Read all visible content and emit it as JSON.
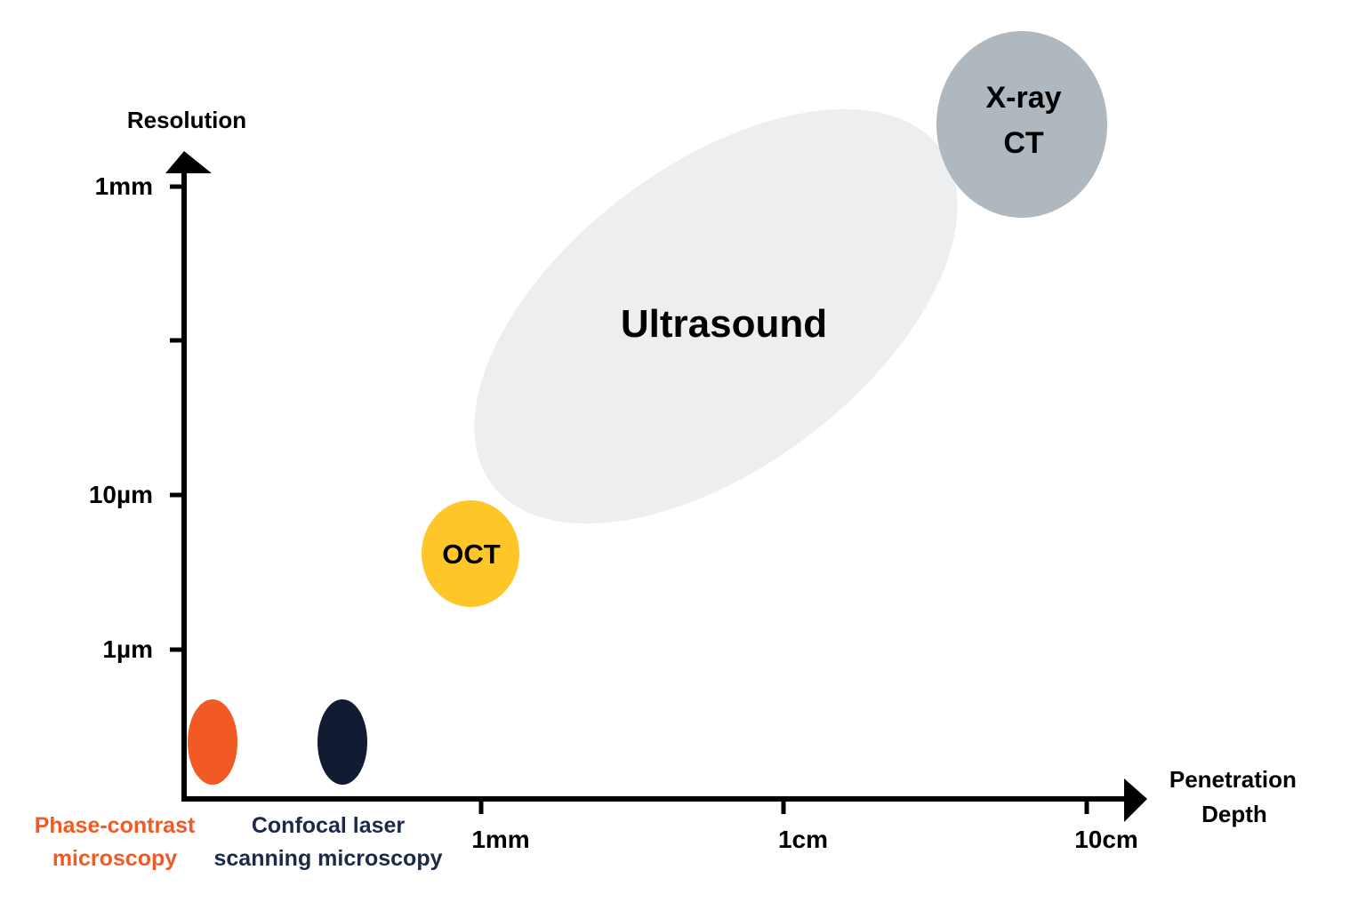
{
  "chart_data": {
    "type": "scatter",
    "title": "",
    "ylabel": "Resolution",
    "xlabel_lines": [
      "Penetration",
      "Depth"
    ],
    "y_ticks": [
      {
        "label": "1mm",
        "level": 3
      },
      {
        "label": "",
        "level": 2
      },
      {
        "label": "10µm",
        "level": 1
      },
      {
        "label": "1µm",
        "level": 0
      }
    ],
    "x_ticks": [
      {
        "label": "1mm",
        "level": 1
      },
      {
        "label": "1cm",
        "level": 2
      },
      {
        "label": "10cm",
        "level": 3
      }
    ],
    "regions": [
      {
        "name": "Ultrasound",
        "label_lines": [
          "Ultrasound"
        ],
        "color": "#EDEEF0",
        "text_color": "#000000"
      },
      {
        "name": "X-ray CT",
        "label_lines": [
          "X-ray",
          "CT"
        ],
        "color": "#AEB8BE",
        "text_color": "#000000"
      },
      {
        "name": "OCT",
        "label_lines": [
          "OCT"
        ],
        "color": "#FFC629",
        "text_color": "#000000"
      },
      {
        "name": "Phase-contrast microscopy",
        "label_lines": [
          "Phase-contrast",
          "microscopy"
        ],
        "color": "#F15A24",
        "text_color": "#F15A24"
      },
      {
        "name": "Confocal laser scanning microscopy",
        "label_lines": [
          "Confocal laser",
          "scanning microscopy"
        ],
        "color": "#111C33",
        "text_color": "#1B2A48"
      }
    ],
    "axis_color": "#000000"
  }
}
